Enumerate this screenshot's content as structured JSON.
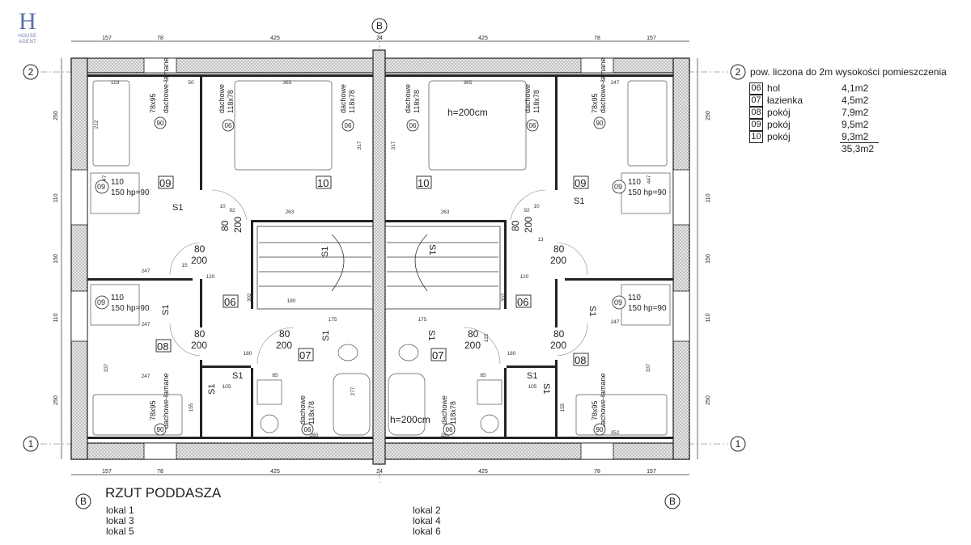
{
  "logo": {
    "mark": "H",
    "line1": "HOUSE",
    "line2": "AGENT"
  },
  "axes": {
    "top": "B",
    "bottom_left": "B",
    "bottom_right": "B",
    "row2": "2",
    "row1": "1"
  },
  "dims_top": [
    "157",
    "78",
    "425",
    "24",
    "425",
    "78",
    "157"
  ],
  "dims_bottom": [
    "157",
    "78",
    "425",
    "24",
    "425",
    "78",
    "157"
  ],
  "dims_left": [
    "250",
    "110",
    "150",
    "110",
    "250"
  ],
  "dims_right": [
    "250",
    "110",
    "150",
    "110",
    "250"
  ],
  "room_tags": [
    "09",
    "10",
    "10",
    "09",
    "06",
    "06",
    "07",
    "07",
    "08",
    "08"
  ],
  "window_tags": [
    "dachowe-łamane",
    "dachowe-łamane",
    "dachowe-łamane",
    "dachowe-łamane"
  ],
  "roof_windows": {
    "size_a": "78x95",
    "size_b": "118x78",
    "label": "dachowe",
    "h90": "90",
    "h06": "06"
  },
  "door": {
    "w": "80",
    "h": "200"
  },
  "sill_label": "150 hp=90",
  "sill_w": "110",
  "sill_tag": "09",
  "s1": "S1",
  "height_note": "h=200cm",
  "inner_dims": [
    "119",
    "365",
    "365",
    "247",
    "212",
    "447",
    "263",
    "263",
    "317",
    "317",
    "302",
    "302",
    "120",
    "120",
    "247",
    "247",
    "247",
    "247",
    "337",
    "337",
    "175",
    "175",
    "180",
    "180",
    "155",
    "155",
    "85",
    "85",
    "105",
    "105",
    "277",
    "280",
    "260",
    "352",
    "92",
    "92",
    "10",
    "10",
    "50",
    "13",
    "15",
    "180",
    "122"
  ],
  "plan_title": "RZUT PODDASZA",
  "lokale_left": [
    "lokal 1",
    "lokal 3",
    "lokal 5"
  ],
  "lokale_right": [
    "lokal 2",
    "lokal 4",
    "lokal 6"
  ],
  "legend_title": "pow. liczona do 2m wysokości pomieszczenia",
  "legend": [
    {
      "num": "06",
      "name": "hol",
      "area": "4,1m2"
    },
    {
      "num": "07",
      "name": "łazienka",
      "area": "4,5m2"
    },
    {
      "num": "08",
      "name": "pokój",
      "area": "7,9m2"
    },
    {
      "num": "09",
      "name": "pokój",
      "area": "9,5m2"
    },
    {
      "num": "10",
      "name": "pokój",
      "area": "9,3m2"
    }
  ],
  "legend_total": "35,3m2",
  "colors": {
    "wall": "#222222",
    "hatch": "#9a9a9a",
    "line": "#444444",
    "light": "#bbbbbb"
  }
}
